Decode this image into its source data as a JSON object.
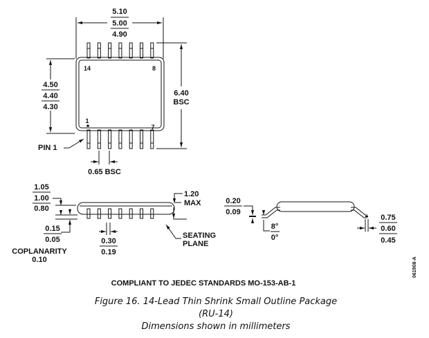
{
  "top_view": {
    "width_dims": [
      "5.10",
      "5.00",
      "4.90"
    ],
    "body_width_dims": [
      "4.50",
      "4.40",
      "4.30"
    ],
    "overall_span": [
      "6.40",
      "BSC"
    ],
    "pitch": "0.65 BSC",
    "pin_labels": {
      "top_left": "14",
      "top_right": "8",
      "bottom_left": "1",
      "bottom_right": "7"
    },
    "pin1_label": "PIN 1",
    "lead_count_per_side": 7
  },
  "side_view": {
    "body_height_dims": [
      "1.05",
      "1.00",
      "0.80"
    ],
    "max_height": [
      "1.20",
      "MAX"
    ],
    "standoff_dims": [
      "0.15",
      "0.05"
    ],
    "lead_width_dims": [
      "0.30",
      "0.19"
    ],
    "coplanarity": [
      "COPLANARITY",
      "0.10"
    ],
    "seating_plane": [
      "SEATING",
      "PLANE"
    ]
  },
  "end_view": {
    "lead_thickness_dims": [
      "0.20",
      "0.09"
    ],
    "angle_dims": [
      "8°",
      "0°"
    ],
    "foot_length_dims": [
      "0.75",
      "0.60",
      "0.45"
    ]
  },
  "notes": {
    "compliance": "COMPLIANT TO JEDEC STANDARDS MO-153-AB-1",
    "drawing_code": "061908-A"
  },
  "caption": {
    "line1": "Figure 16. 14-Lead Thin Shrink Small Outline Package",
    "line2": "(RU-14)",
    "line3": "Dimensions shown in millimeters"
  }
}
